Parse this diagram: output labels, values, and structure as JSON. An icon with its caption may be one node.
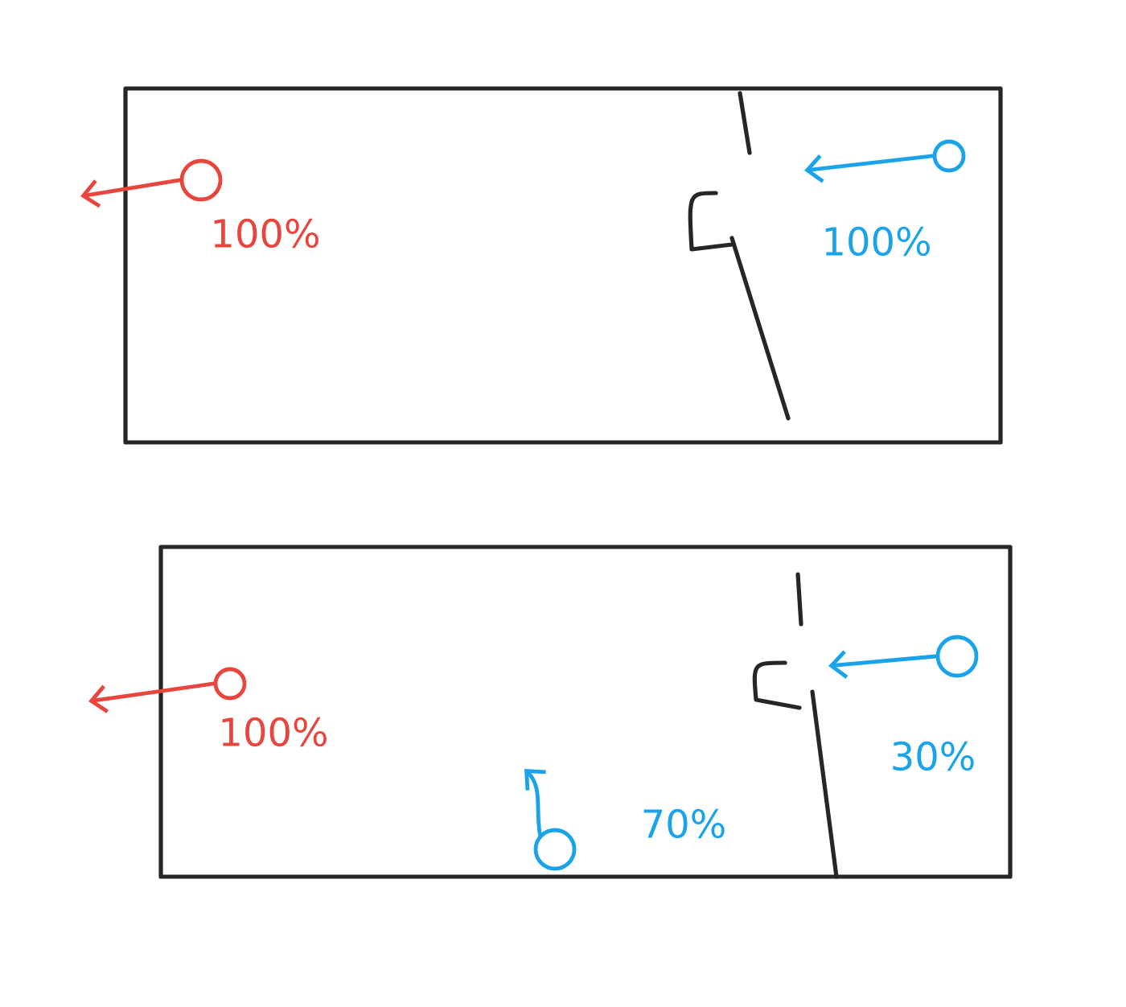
{
  "diagram": {
    "nodes": [
      {
        "text": [],
        "shape": "box"
      },
      {
        "text": [],
        "shape": "circle",
        "in": 0,
        "beside": [
          "100%"
        ]
      },
      {
        "text": [],
        "shape": "circle",
        "in": 0,
        "beside": [
          "100%"
        ]
      },
      {
        "text": [],
        "shape": "box"
      },
      {
        "text": [],
        "shape": "circle",
        "in": 3,
        "beside": [
          "100%"
        ]
      },
      {
        "text": [],
        "shape": "circle",
        "in": 3,
        "beside": [
          "30%"
        ]
      },
      {
        "text": [],
        "shape": "circle",
        "in": 3,
        "beside": [
          "70%"
        ]
      }
    ],
    "edges": [
      {
        "from": 1,
        "to": null,
        "arrow": "to",
        "color": "#e8453c"
      },
      {
        "from": 2,
        "to": null,
        "arrow": "to",
        "color": "#1aa3e8"
      },
      {
        "from": 4,
        "to": null,
        "arrow": "to",
        "color": "#e8453c"
      },
      {
        "from": 5,
        "to": null,
        "arrow": "to",
        "color": "#1aa3e8"
      },
      {
        "from": 6,
        "to": null,
        "arrow": "to",
        "color": "#1aa3e8"
      }
    ]
  }
}
